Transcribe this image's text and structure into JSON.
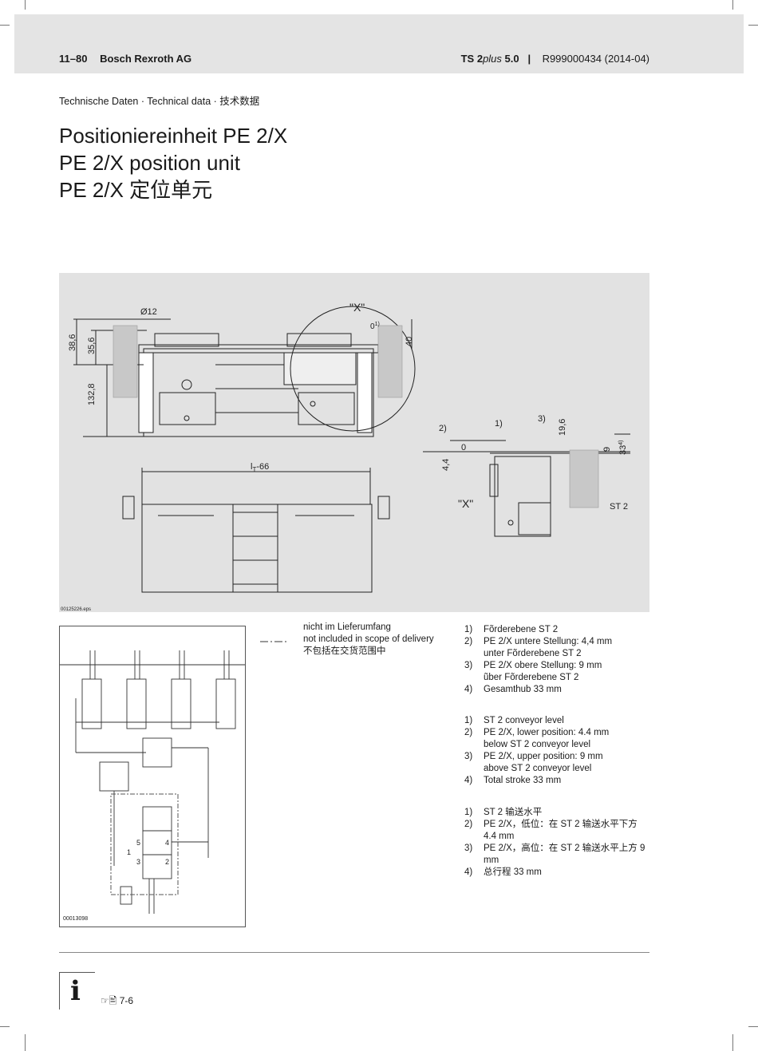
{
  "header": {
    "page_number": "11–80",
    "company": "Bosch Rexroth AG",
    "product_prefix": "TS 2",
    "product_italic": "plus",
    "product_version": "5.0",
    "separator": "|",
    "doc_number": "R999000434 (2014-04)"
  },
  "section": "Technische Daten · Technical data · 技术数据",
  "title": {
    "de": "Positioniereinheit PE 2/X",
    "en": "PE 2/X position unit",
    "zh": "PE 2/X 定位单元"
  },
  "drawing": {
    "file_id": "00125226.eps",
    "labels": {
      "diameter": "Ø12",
      "detail_x": "\"X\"",
      "zero_note": "0",
      "zero_sup": "1)",
      "dim_40": "40",
      "dim_38_6": "38,6",
      "dim_35_6": "35,6",
      "dim_132_8": "132,8",
      "length": "l",
      "length_sub": "T",
      "length_suffix": "-66",
      "ref_2": "2)",
      "ref_1": "1)",
      "ref_3": "3)",
      "dim_19_6": "19,6",
      "dim_9": "9",
      "dim_33": "33",
      "dim_33_sup": "4)",
      "dim_4_4": "4,4",
      "zero": "0",
      "st2": "ST 2"
    }
  },
  "schematic": {
    "file_id": "00013098",
    "ports": [
      "5",
      "4",
      "1",
      "3",
      "2"
    ]
  },
  "legend": {
    "symbol": "— · —",
    "lines": [
      "nicht im Lieferumfang",
      "not included in scope of delivery",
      "不包括在交货范围中"
    ]
  },
  "notes_de": [
    {
      "num": "1)",
      "text": "Fõrderebene ST 2"
    },
    {
      "num": "2)",
      "text": "PE 2/X untere Stellung: 4,4 mm unter Fõrderebene ST 2"
    },
    {
      "num": "3)",
      "text": "PE 2/X obere Stellung: 9 mm ũber Fõrderebene ST 2"
    },
    {
      "num": "4)",
      "text": "Gesamthub 33 mm"
    }
  ],
  "notes_en": [
    {
      "num": "1)",
      "text": "ST 2 conveyor level"
    },
    {
      "num": "2)",
      "text": "PE 2/X, lower position: 4.4 mm below ST 2 conveyor level"
    },
    {
      "num": "3)",
      "text": "PE 2/X, upper position: 9 mm above ST 2 conveyor level"
    },
    {
      "num": "4)",
      "text": "Total stroke 33 mm"
    }
  ],
  "notes_zh": [
    {
      "num": "1)",
      "text": "ST 2 输送水平"
    },
    {
      "num": "2)",
      "text": "PE 2/X，低位：在 ST 2 输送水平下方 4.4 mm"
    },
    {
      "num": "3)",
      "text": "PE 2/X，高位：在 ST 2 输送水平上方 9 mm"
    },
    {
      "num": "4)",
      "text": "总行程 33 mm"
    }
  ],
  "footer": {
    "info_icon": "i",
    "ref_symbol": "☞🖹",
    "ref_page": "7-6"
  }
}
